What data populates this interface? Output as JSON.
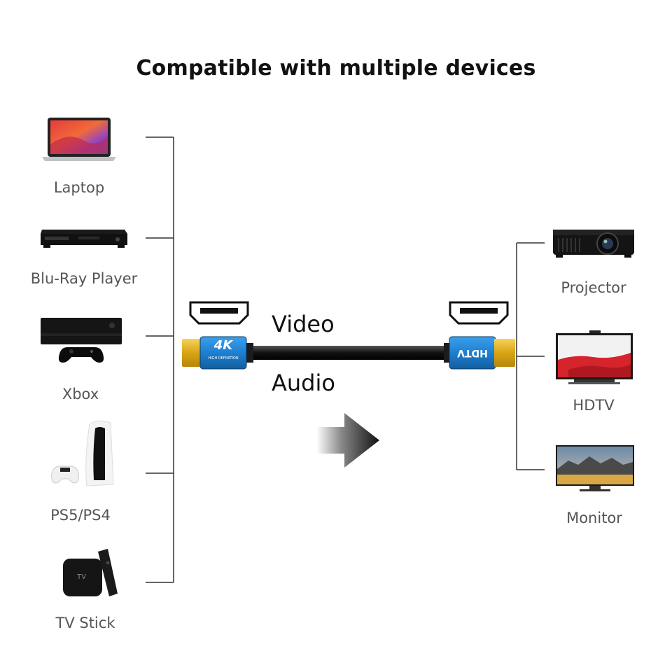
{
  "title": "Compatible with multiple devices",
  "sources": [
    {
      "label": "Laptop",
      "icon": "laptop-icon"
    },
    {
      "label": "Blu-Ray Player",
      "icon": "blu-ray-player-icon"
    },
    {
      "label": "Xbox",
      "icon": "xbox-icon"
    },
    {
      "label": "PS5/PS4",
      "icon": "playstation-icon"
    },
    {
      "label": "TV Stick",
      "icon": "tv-stick-icon"
    }
  ],
  "tv_box_text": "TV",
  "cable": {
    "left_plug_badge": "4K",
    "left_plug_subtext": "HIGH DEFINITION",
    "right_plug_badge": "HDTV",
    "signal_top": "Video",
    "signal_bottom": "Audio"
  },
  "targets": [
    {
      "label": "Projector",
      "icon": "projector-icon"
    },
    {
      "label": "HDTV",
      "icon": "hdtv-icon"
    },
    {
      "label": "Monitor",
      "icon": "monitor-icon"
    }
  ],
  "colors": {
    "connector_blue": "#1e7fd0",
    "gold": "#e0b21a",
    "bracket_line": "#333333",
    "tv_red": "#d5242c"
  }
}
